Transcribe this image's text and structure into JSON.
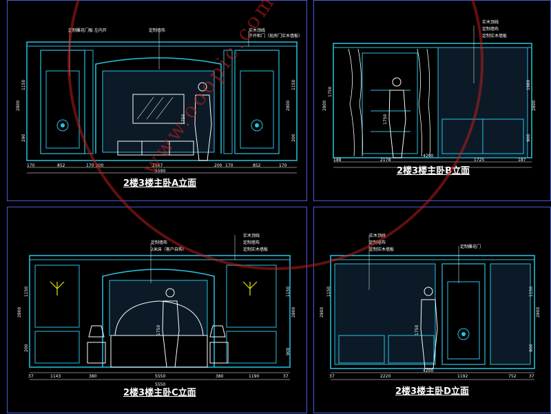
{
  "panels": {
    "a": {
      "title": "2楼3楼主卧A立面",
      "annotations": [
        "定制雕花门板 左内开",
        "定制墙布",
        "实木顶线",
        "不开柜门（现房门实木墙板）"
      ],
      "dims_bottom": [
        "170",
        "852",
        "170",
        "200",
        "2567",
        "200",
        "170",
        "852",
        "170"
      ],
      "dims_total": "5590",
      "dims_left": [
        "1150",
        "2800",
        "290"
      ],
      "dims_right": [
        "2800",
        "1150",
        "200"
      ],
      "dim_figure": "1750"
    },
    "b": {
      "title": "2楼3楼主卧B立面",
      "annotations": [
        "实木顶线",
        "定制墙布",
        "定制实木墙板"
      ],
      "dims_bottom": [
        "188",
        "2178",
        "1725",
        "187"
      ],
      "dims_total": "4200",
      "dims_left": [
        "2800",
        "1750"
      ],
      "dims_right": [
        "2800",
        "1980",
        "900"
      ],
      "dim_figure": "1750"
    },
    "c": {
      "title": "2楼3楼主卧C立面",
      "annotations": [
        "定制墙布",
        "2米床（客户自购）",
        "实木顶线",
        "定制墙布",
        "定制实木墙板"
      ],
      "dims_bottom": [
        "37",
        "1143",
        "380",
        "5550",
        "380",
        "1190",
        "37"
      ],
      "dims_total": "5550",
      "dims_left": [
        "2800",
        "1150",
        "200"
      ],
      "dims_right": [
        "2800",
        "1150",
        "900"
      ],
      "dim_figure": "1750"
    },
    "d": {
      "title": "2楼3楼主卧D立面",
      "annotations": [
        "实木顶线",
        "定制墙布",
        "定制实木墙板",
        "定制雕花门"
      ],
      "dims_bottom": [
        "37",
        "2220",
        "1192",
        "752",
        "37"
      ],
      "dims_total": "4200",
      "dims_left": [
        "2800",
        "1150"
      ],
      "dims_right": [
        "2800",
        "1150",
        "900"
      ],
      "dim_figure": "1750"
    }
  },
  "watermark": "www.ooopic.com",
  "colors": {
    "panel_line": "#26c6e8",
    "frame": "#4a5bd6",
    "dim_line": "#ffffff",
    "accent_yellow": "#f2e600",
    "figure": "#ffffff",
    "watermark": "#c81e1e"
  }
}
